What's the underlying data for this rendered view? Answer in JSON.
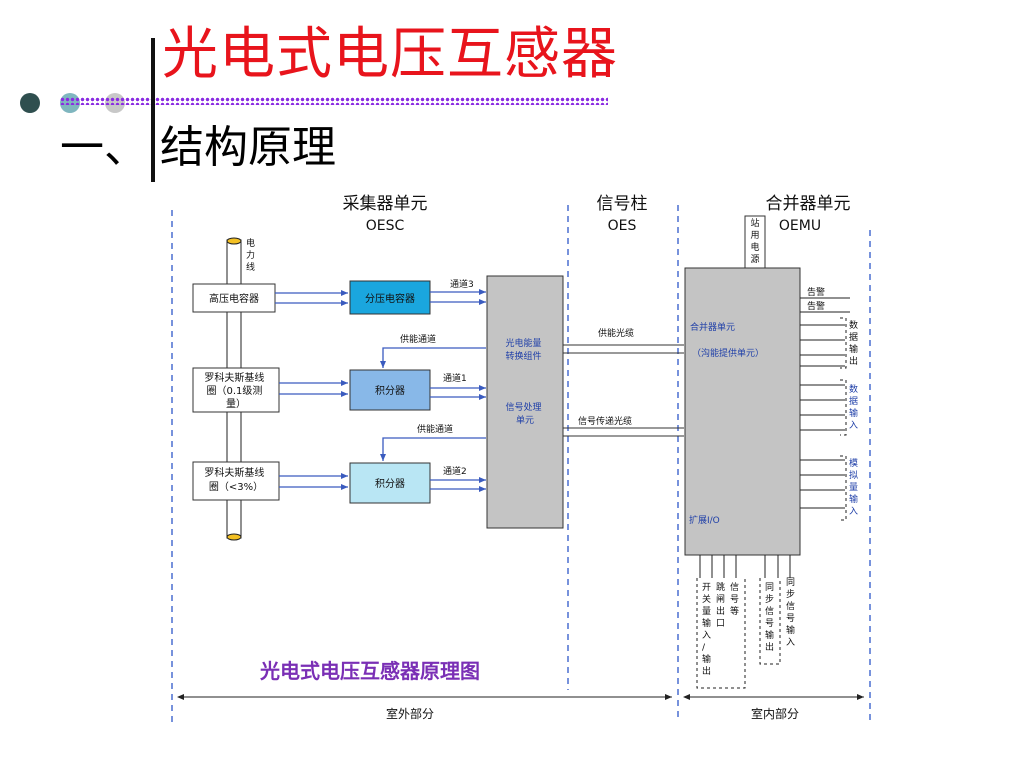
{
  "slide": {
    "title": "光电式电压互感器",
    "section_num": "一、",
    "section_text": "结构原理",
    "colors": {
      "title": "#e8141c",
      "dot_line": "#8a2be2",
      "dot1": "#2f4f4f",
      "dot2": "#7fb6bf",
      "dot3": "#c8c8c8"
    }
  },
  "diagram": {
    "headers": {
      "collector": "采集器单元",
      "collector_abbr": "OESC",
      "signal": "信号柱",
      "signal_abbr": "OES",
      "merger": "合并器单元",
      "merger_abbr": "OEMU"
    },
    "power_line": "电力线",
    "sensors": [
      "高压电容器",
      "罗科夫斯基线圈（0.1级测量）",
      "罗科夫斯基线圈（<3%）"
    ],
    "sensor2_lines": [
      "罗科夫斯基线",
      "圈（0.1级测",
      "量）"
    ],
    "sensor3_lines": [
      "罗科夫斯基线",
      "圈（<3%）"
    ],
    "middle_boxes": [
      "分压电容器",
      "积分器",
      "积分器"
    ],
    "channels": [
      "通道3",
      "通道1",
      "通道2"
    ],
    "power_channel": "供能通道",
    "converter": {
      "line1": "光电能量",
      "line2": "转换组件",
      "line3": "信号处理",
      "line4": "单元"
    },
    "fibers": {
      "power": "供能光缆",
      "signal": "信号传递光缆"
    },
    "merger_box": {
      "line1": "合并器单元",
      "line2": "（沟能提供单元）",
      "expand": "扩展I/O"
    },
    "station_power": "站用电源",
    "alarms": [
      "告警",
      "告警"
    ],
    "right_io": [
      "数据输出",
      "数据输入",
      "模拟量输入"
    ],
    "bottom_io": [
      "开关量输入/输出",
      "跳闸出口",
      "信号等",
      "同步信号输出",
      "同步信号输入"
    ],
    "caption": "光电式电压互感器原理图",
    "zones": {
      "outdoor": "室外部分",
      "indoor": "室内部分"
    }
  }
}
